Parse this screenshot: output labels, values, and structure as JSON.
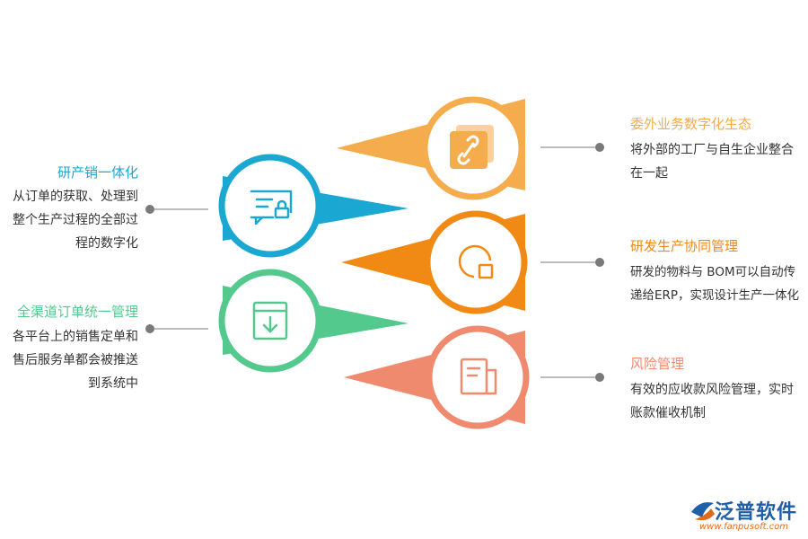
{
  "items": [
    {
      "title": "研产销一体化",
      "desc": [
        "从订单的获取、处理到",
        "整个生产过程的全部过",
        "程的数字化"
      ],
      "color": "#1aa7d2",
      "icon": "chat-lock-icon"
    },
    {
      "title": "全渠道订单统一管理",
      "desc": [
        "各平台上的销售定单和",
        "售后服务单都会被推送",
        "到系统中"
      ],
      "color": "#54c98e",
      "icon": "download-box-icon"
    },
    {
      "title": "委外业务数字化生态",
      "desc": [
        "将外部的工厂与自生企业整合",
        "在一起"
      ],
      "color": "#f5ac4c",
      "icon": "link-icon"
    },
    {
      "title": "研发生产协同管理",
      "desc": [
        "研发的物料与 BOM可以自动传",
        "递给ERP，实现设计生产一体化"
      ],
      "color": "#f08a14",
      "icon": "pie-square-icon"
    },
    {
      "title": "风险管理",
      "desc": [
        "有效的应收款风险管理，实时",
        "账款催收机制"
      ],
      "color": "#ef8a6f",
      "icon": "document-icon"
    }
  ],
  "logo": {
    "name": "泛普软件",
    "url": "www.fanpusoft.com"
  }
}
